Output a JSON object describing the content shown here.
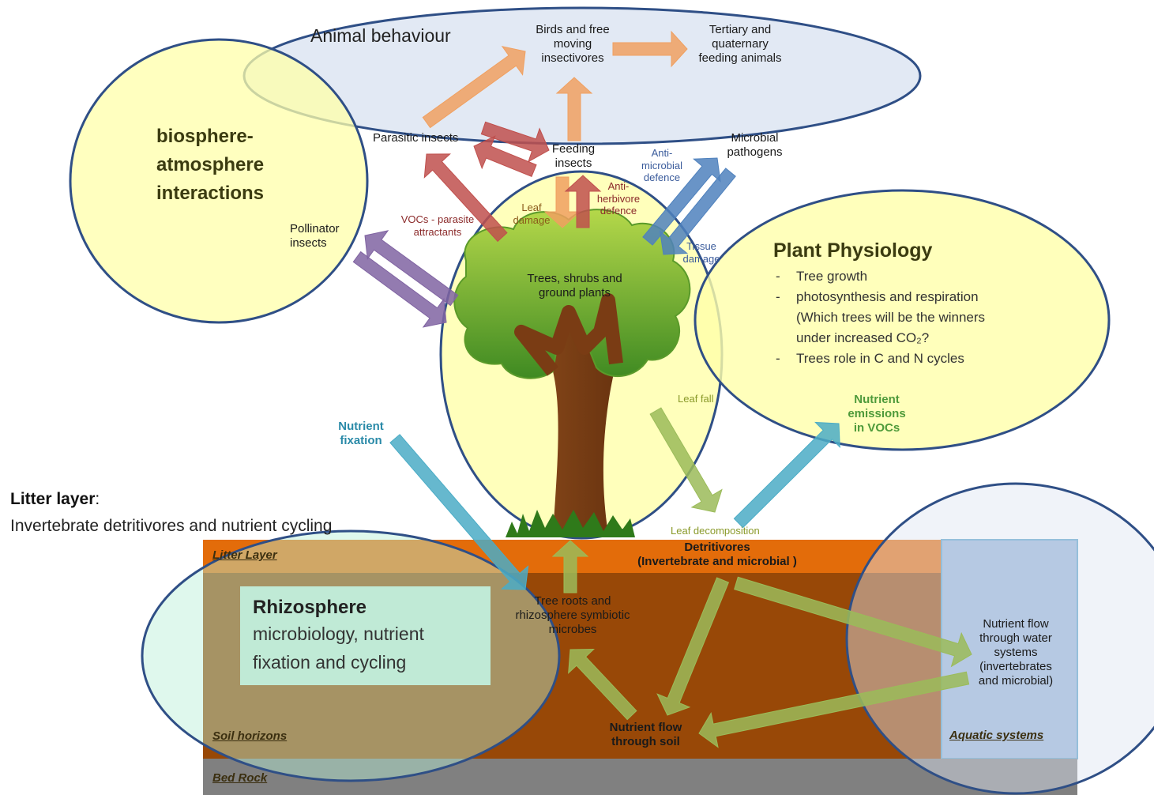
{
  "labels": {
    "animal_behaviour": "Animal behaviour",
    "birds": [
      "Birds and free",
      "moving",
      "insectivores"
    ],
    "tertiary": [
      "Tertiary and",
      "quaternary",
      "feeding animals"
    ],
    "biosphere": [
      "biosphere-",
      "atmosphere",
      "interactions"
    ],
    "parasitic_insects": "Parasitic insects",
    "feeding_insects": [
      "Feeding",
      "insects"
    ],
    "microbial_pathogens": [
      "Microbial",
      "pathogens"
    ],
    "anti_microbial": [
      "Anti-",
      "microbial",
      "defence"
    ],
    "anti_herbivore": [
      "Anti-",
      "herbivore",
      "defence"
    ],
    "leaf_damage": [
      "Leaf",
      "damage"
    ],
    "vocs_parasite": [
      "VOCs - parasite",
      "attractants"
    ],
    "tissue_damage": [
      "Tissue",
      "damage"
    ],
    "pollinator": [
      "Pollinator",
      "insects"
    ],
    "trees": [
      "Trees, shrubs and",
      "ground plants"
    ],
    "plant_physiology_title": "Plant Physiology",
    "plant_physiology_items": [
      "Tree growth",
      "photosynthesis and respiration (Which trees will be the winners under increased CO₂?",
      "Trees role in C and N cycles"
    ],
    "leaf_fall": "Leaf fall",
    "nutrient_emissions": [
      "Nutrient",
      "emissions",
      "in VOCs"
    ],
    "nutrient_fixation": [
      "Nutrient",
      "fixation"
    ],
    "litter_heading": "Litter layer",
    "litter_colon": ":",
    "litter_desc": "Invertebrate detritivores and nutrient cycling",
    "leaf_decomposition": "Leaf decomposition",
    "detritivores": [
      "Detritivores",
      "(Invertebrate and microbial )"
    ],
    "litter_layer_tag": "Litter Layer",
    "soil_horizons_tag": "Soil horizons",
    "bed_rock_tag": "Bed Rock",
    "aquatic_systems_tag": "Aquatic systems",
    "rhizosphere_title": "Rhizosphere",
    "rhizosphere_desc": [
      "microbiology, nutrient",
      "fixation and cycling"
    ],
    "tree_roots": [
      "Tree roots and",
      "rhizosphere symbiotic",
      "microbes"
    ],
    "nutrient_flow_soil": [
      "Nutrient flow",
      "through soil"
    ],
    "nutrient_flow_water": [
      "Nutrient flow",
      "through water",
      "systems",
      "(invertebrates",
      "and microbial)"
    ]
  },
  "colors": {
    "yellow_ellipse": "#ffffbb",
    "blue_ellipse": "#dde5f2",
    "outline": "#2f4f86",
    "litter": "#e36c0a",
    "soil": "#984807",
    "bedrock": "#808080",
    "aquatic": "#95b3d7",
    "arrow_orange": "#f0a060",
    "arrow_red": "#c0504d",
    "arrow_blue": "#4f81bd",
    "arrow_purple": "#8064a2",
    "arrow_green": "#9bbb59",
    "arrow_teal": "#4bacc6",
    "rhizosphere_box": "#c0ead6"
  }
}
